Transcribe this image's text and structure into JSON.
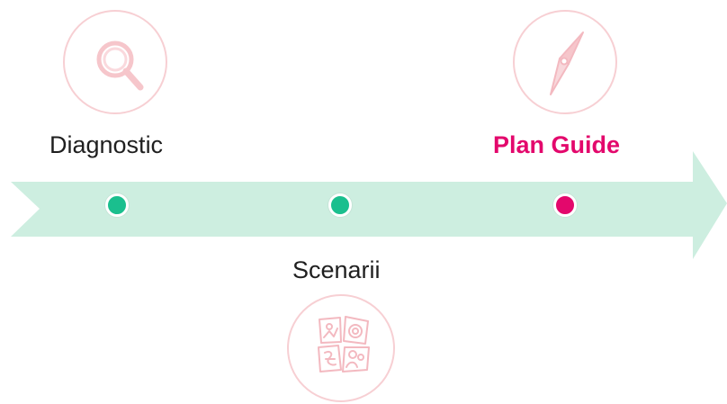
{
  "timeline": {
    "colors": {
      "arrow_fill": "#cdeee0",
      "dot_active": "#e3086c",
      "dot_default": "#1abf8e",
      "icon_outline": "#f7cfd3",
      "text_default": "#1f1f1f",
      "text_active": "#e3086c"
    },
    "steps": [
      {
        "label": "Diagnostic",
        "icon": "search-icon",
        "active": false
      },
      {
        "label": "Scenarii",
        "icon": "storyboard-icon",
        "active": false
      },
      {
        "label": "Plan Guide",
        "icon": "compass-icon",
        "active": true
      }
    ]
  }
}
